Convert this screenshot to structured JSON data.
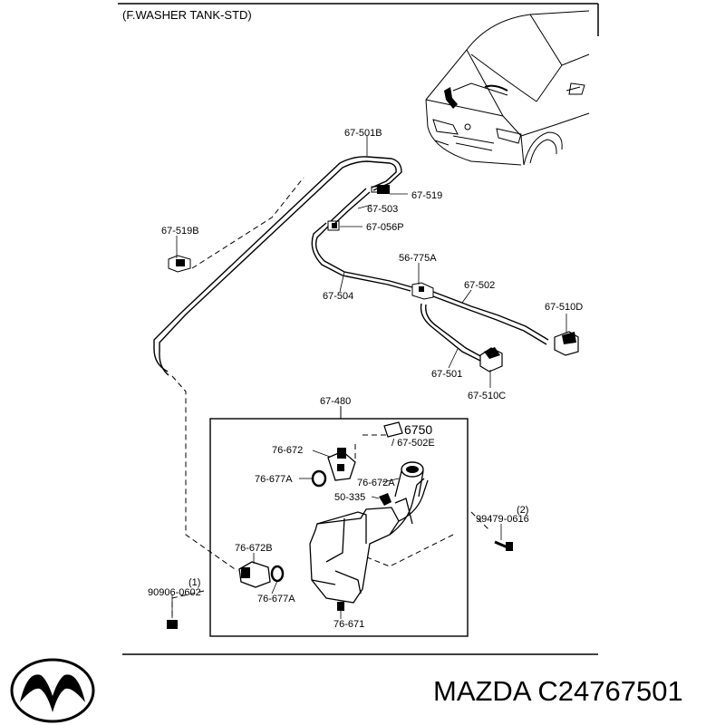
{
  "header": {
    "section_title": "(F.WASHER TANK-STD)"
  },
  "parts": {
    "p67_501B": "67-501B",
    "p67_519": "67-519",
    "p67_503": "67-503",
    "p67_056P": "67-056P",
    "p67_519B": "67-519B",
    "p56_775A": "56-775A",
    "p67_502": "67-502",
    "p67_504": "67-504",
    "p67_510D": "67-510D",
    "p67_501": "67-501",
    "p67_510C": "67-510C",
    "p67_480": "67-480",
    "p6750": "6750",
    "p67_502E": "/ 67-502E",
    "p76_672": "76-672",
    "p76_677A_top": "76-677A",
    "p76_672A": "76-672A",
    "p50_335": "50-335",
    "p99479_qty": "(2)",
    "p99479": "99479-0616",
    "p76_672B": "76-672B",
    "p90906_qty": "(1)",
    "p90906": "90906-0602",
    "p76_677A_bottom": "76-677A",
    "p76_671": "76-671"
  },
  "brand": {
    "logo_icon": "mazda-logo-icon",
    "part_number_text": "MAZDA C24767501"
  }
}
